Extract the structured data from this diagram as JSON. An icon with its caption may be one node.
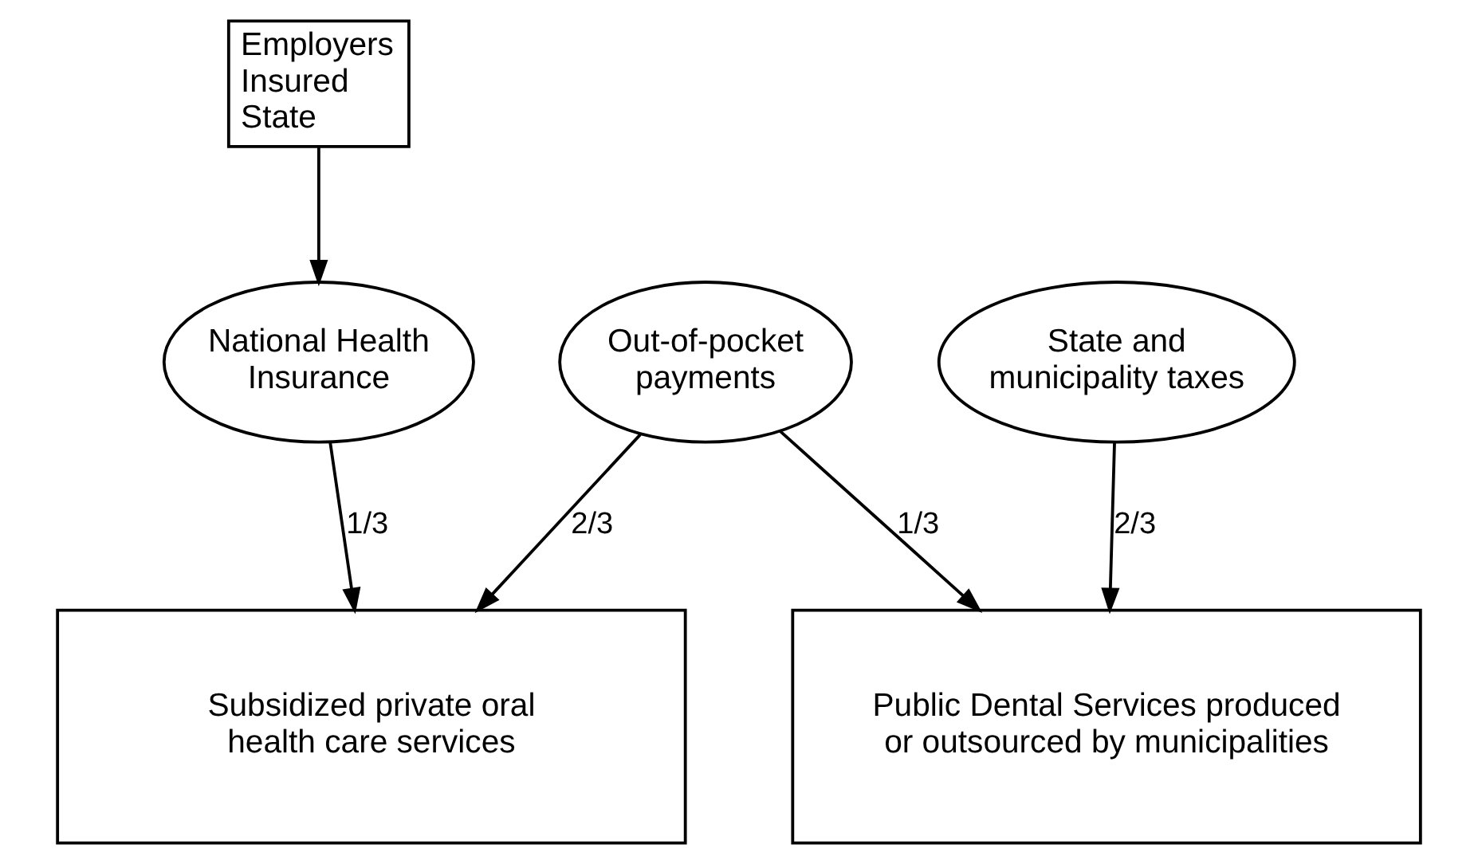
{
  "diagram": {
    "nodes": [
      {
        "text": [
          "Employers Insured State"
        ]
      },
      {
        "text": [
          "National Health Insurance"
        ]
      },
      {
        "text": [
          "Out-of-pocket payments"
        ]
      },
      {
        "text": [
          "State and municipality taxes"
        ]
      },
      {
        "text": [
          "Subsidized private oral health care services"
        ]
      },
      {
        "text": [
          "Public Dental Services produced or outsourced by municipalities"
        ]
      }
    ],
    "edges": [
      {
        "from": 0,
        "to": 1,
        "arrow": "to"
      },
      {
        "from": 1,
        "to": 4,
        "arrow": "to",
        "label": "1/3"
      },
      {
        "from": 2,
        "to": 4,
        "arrow": "to",
        "label": "2/3"
      },
      {
        "from": 2,
        "to": 5,
        "arrow": "to",
        "label": "1/3"
      },
      {
        "from": 3,
        "to": 5,
        "arrow": "to",
        "label": "2/3"
      }
    ]
  }
}
